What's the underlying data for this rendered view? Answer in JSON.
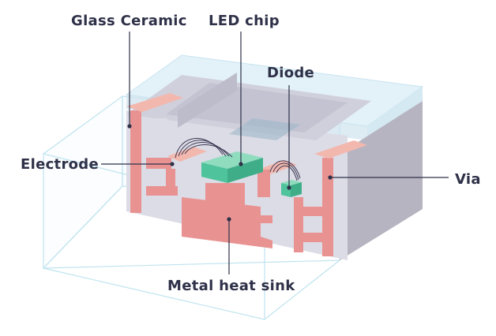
{
  "diagram": {
    "labels": {
      "glass_ceramic": "Glass Ceramic",
      "led_chip": "LED chip",
      "diode": "Diode",
      "electrode": "Electrode",
      "via": "Via",
      "metal_heat_sink": "Metal heat sink"
    },
    "colors": {
      "label_text": "#2e3148",
      "leader_line": "#2e3148",
      "ceramic_front": "#dcdce6",
      "ceramic_side": "#b7b4c1",
      "metal": "#e89392",
      "metal_top": "#f2b8ae",
      "led_chip": "#4fc39b",
      "glass_outline": "#bfe3ef",
      "glass_fill": "#e6f4fa",
      "wire": "#3e3a55"
    }
  }
}
